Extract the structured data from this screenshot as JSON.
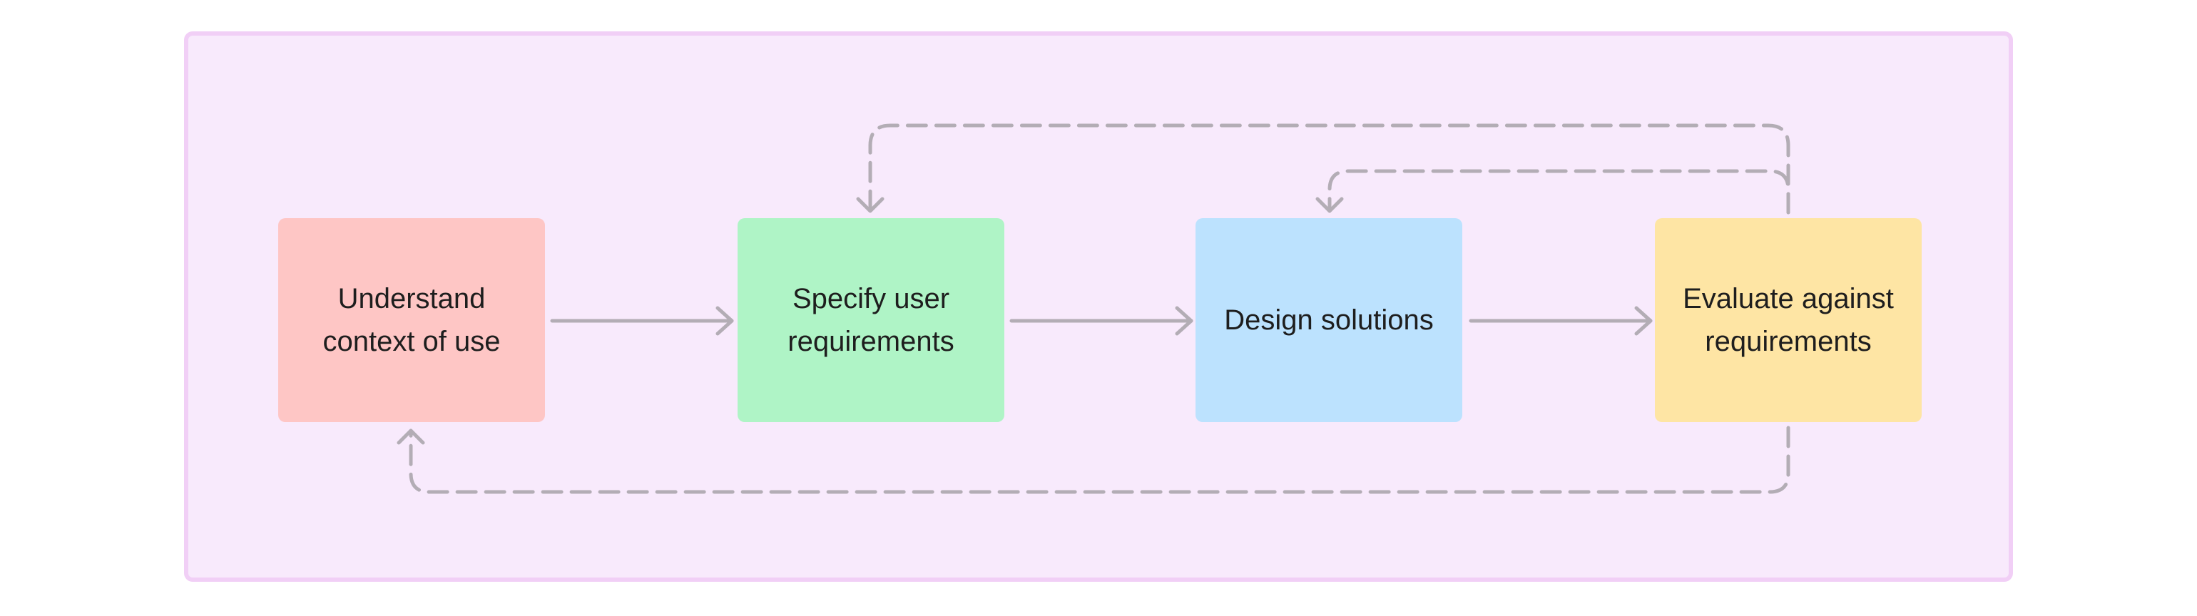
{
  "diagram": {
    "nodes": [
      {
        "id": "understand",
        "label": "Understand context of use",
        "color": "#fec6c5"
      },
      {
        "id": "specify",
        "label": "Specify user requirements",
        "color": "#aff4c6"
      },
      {
        "id": "design",
        "label": "Design solutions",
        "color": "#bce2fe"
      },
      {
        "id": "evaluate",
        "label": "Evaluate against requirements",
        "color": "#fee5a4"
      }
    ],
    "edges": [
      {
        "from": "understand",
        "to": "specify",
        "style": "solid"
      },
      {
        "from": "specify",
        "to": "design",
        "style": "solid"
      },
      {
        "from": "design",
        "to": "evaluate",
        "style": "solid"
      },
      {
        "from": "evaluate",
        "to": "specify",
        "style": "dashed"
      },
      {
        "from": "evaluate",
        "to": "design",
        "style": "dashed"
      },
      {
        "from": "evaluate",
        "to": "understand",
        "style": "dashed"
      }
    ],
    "colors": {
      "frame_fill": "#f8eafc",
      "frame_border": "#f1cff6",
      "connector": "#b3adb5",
      "text": "#1e1e1e"
    }
  }
}
